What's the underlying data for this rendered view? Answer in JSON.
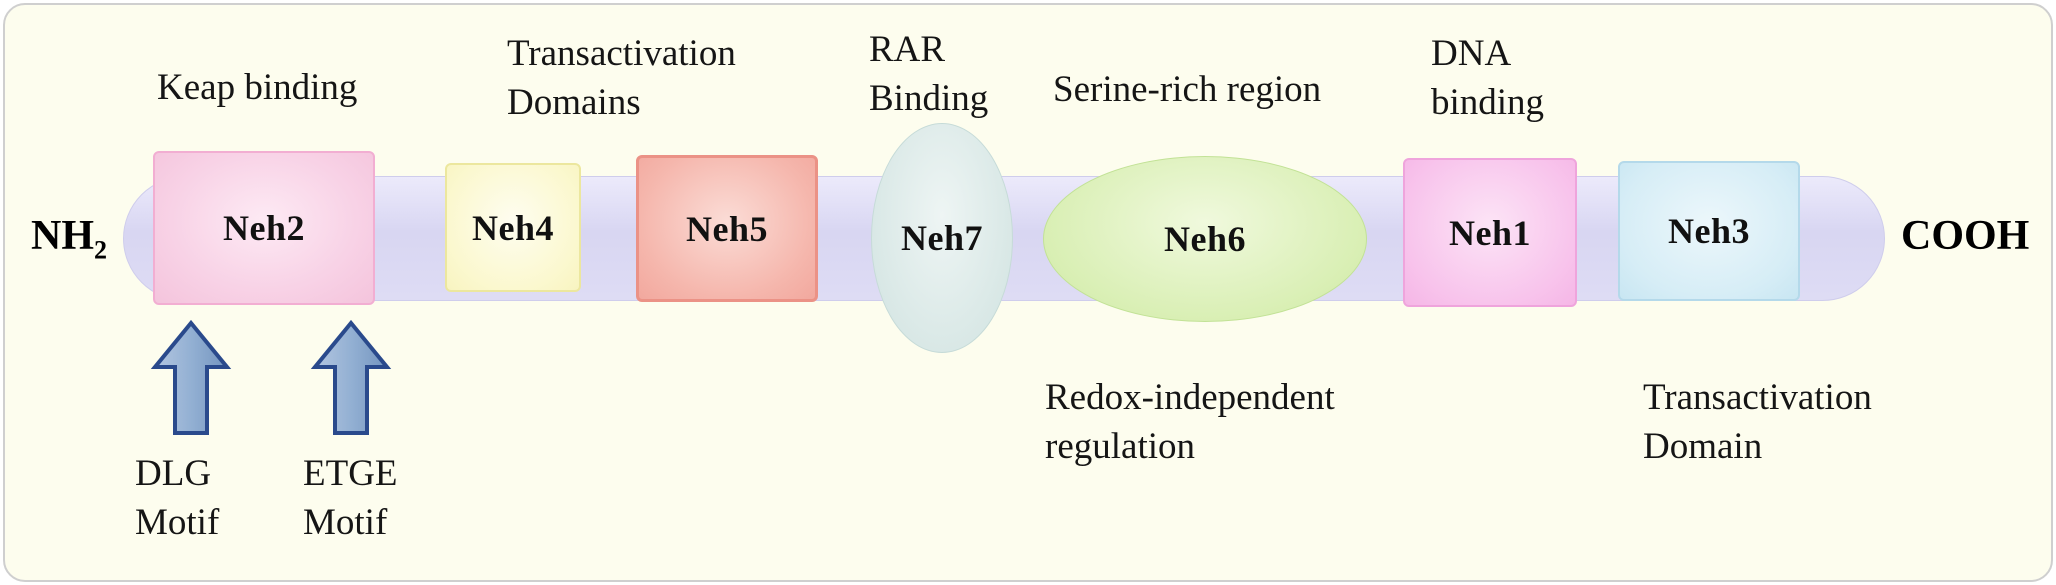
{
  "termini": {
    "left_base": "NH",
    "left_sub": "2",
    "right": "COOH"
  },
  "domains": [
    {
      "id": "neh2",
      "label": "Neh2",
      "shape": "box",
      "fill": "#f8d2e6"
    },
    {
      "id": "neh4",
      "label": "Neh4",
      "shape": "box",
      "fill": "#fbf8cf"
    },
    {
      "id": "neh5",
      "label": "Neh5",
      "shape": "box",
      "fill": "#f5b6ac"
    },
    {
      "id": "neh7",
      "label": "Neh7",
      "shape": "ellipse",
      "fill": "#d9e8e6"
    },
    {
      "id": "neh6",
      "label": "Neh6",
      "shape": "ellipse",
      "fill": "#d9efb4"
    },
    {
      "id": "neh1",
      "label": "Neh1",
      "shape": "box",
      "fill": "#f8c4ec"
    },
    {
      "id": "neh3",
      "label": "Neh3",
      "shape": "box",
      "fill": "#d6edf6"
    }
  ],
  "annotations": {
    "keap_binding": "Keap binding",
    "transactivation_domains": {
      "line1": "Transactivation",
      "line2": "Domains"
    },
    "rar_binding": {
      "line1": "RAR",
      "line2": "Binding"
    },
    "serine_rich": "Serine-rich region",
    "dna_binding": {
      "line1": "DNA",
      "line2": "binding"
    },
    "redox": {
      "line1": "Redox-independent",
      "line2": "regulation"
    },
    "transactivation_domain": {
      "line1": "Transactivation",
      "line2": "Domain"
    },
    "dlg_motif": {
      "line1": "DLG",
      "line2": "Motif"
    },
    "etge_motif": {
      "line1": "ETGE",
      "line2": "Motif"
    }
  },
  "icons": {
    "dlg_arrow": "up-block-arrow",
    "etge_arrow": "up-block-arrow"
  },
  "colors": {
    "background": "#fdfdee",
    "backbone": "#dcdaf3",
    "arrow_fill": "#93b0d3",
    "arrow_border": "#2a4a8c"
  }
}
